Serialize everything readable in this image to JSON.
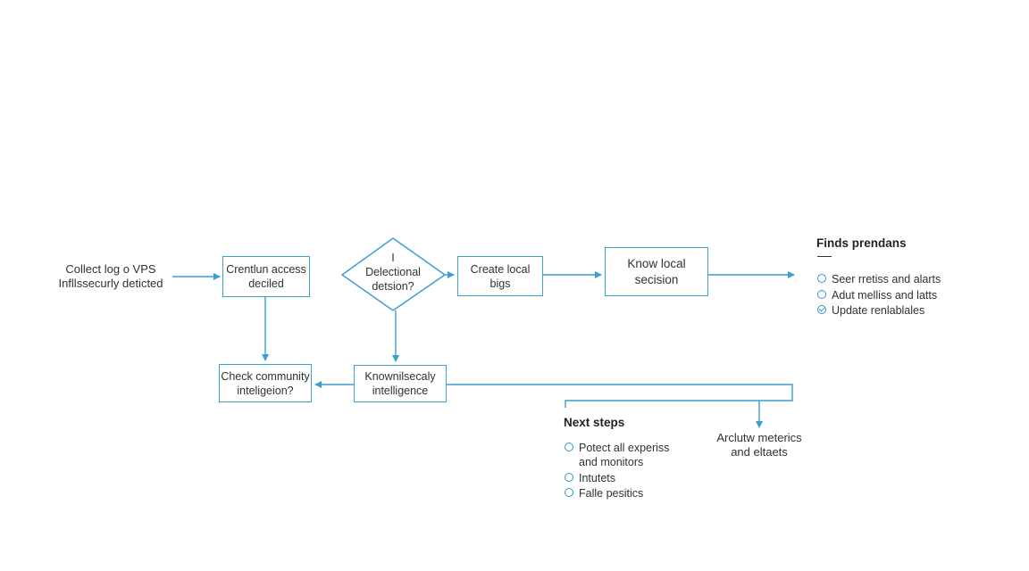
{
  "colors": {
    "line": "#3a9fcf",
    "text": "#2a3338",
    "background": "#ffffff"
  },
  "flow": {
    "start": {
      "lines": [
        "Collect log o VPS",
        "Infllssecurly deticted"
      ]
    },
    "credential_access": {
      "lines": [
        "Crentlun access",
        "deciled"
      ]
    },
    "decision": {
      "lines": [
        "I",
        "Delectional",
        "detsion?"
      ]
    },
    "create_local": {
      "lines": [
        "Create local",
        "bigs"
      ]
    },
    "know_local": {
      "lines": [
        "Know local",
        "secision"
      ]
    },
    "check_community": {
      "lines": [
        "Check community",
        "inteligeion?"
      ]
    },
    "known_malicious": {
      "lines": [
        "Knownilsecaly",
        "intelligence"
      ]
    },
    "archive": {
      "lines": [
        "Arclutw meterics",
        "and eltaets"
      ]
    }
  },
  "findings": {
    "title": "Finds prendans",
    "items": [
      {
        "text": "Seer rretiss and alarts",
        "icon": "circle-icon"
      },
      {
        "text": "Adut melliss and latts",
        "icon": "circle-icon"
      },
      {
        "text": "Update renlablales",
        "icon": "check-circle-icon"
      }
    ]
  },
  "next_steps": {
    "title": "Next steps",
    "items": [
      {
        "lines": [
          "Potect all experiss",
          "and monitors"
        ],
        "icon": "circle-icon"
      },
      {
        "lines": [
          "Intutets"
        ],
        "icon": "circle-icon"
      },
      {
        "lines": [
          "Falle pesitics"
        ],
        "icon": "circle-icon"
      }
    ]
  }
}
